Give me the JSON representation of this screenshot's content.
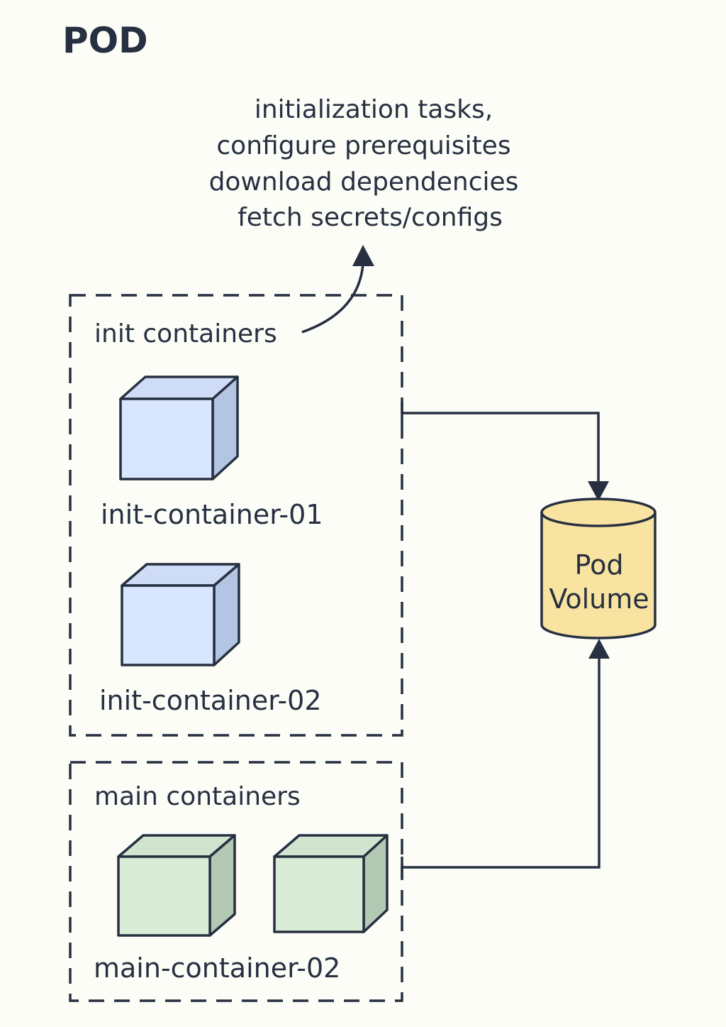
{
  "title": "POD",
  "note_lines": [
    "initialization tasks,",
    "configure prerequisites",
    "download dependencies",
    "fetch secrets/configs"
  ],
  "init_group": {
    "label": "init containers",
    "containers": [
      "init-container-01",
      "init-container-02"
    ]
  },
  "main_group": {
    "label": "main containers",
    "container_label": "main-container-02"
  },
  "volume": {
    "lines": [
      "Pod",
      "Volume"
    ]
  },
  "colors": {
    "stroke": "#263040",
    "background": "#fdfdf8",
    "init_front": "#d8e6ff",
    "init_side": "#b3c5e3",
    "init_top": "#cfdcf7",
    "main_front": "#d8ecd7",
    "main_side": "#b4c9b4",
    "main_top": "#d0e4cf",
    "volume_fill": "#f9e3a1"
  }
}
